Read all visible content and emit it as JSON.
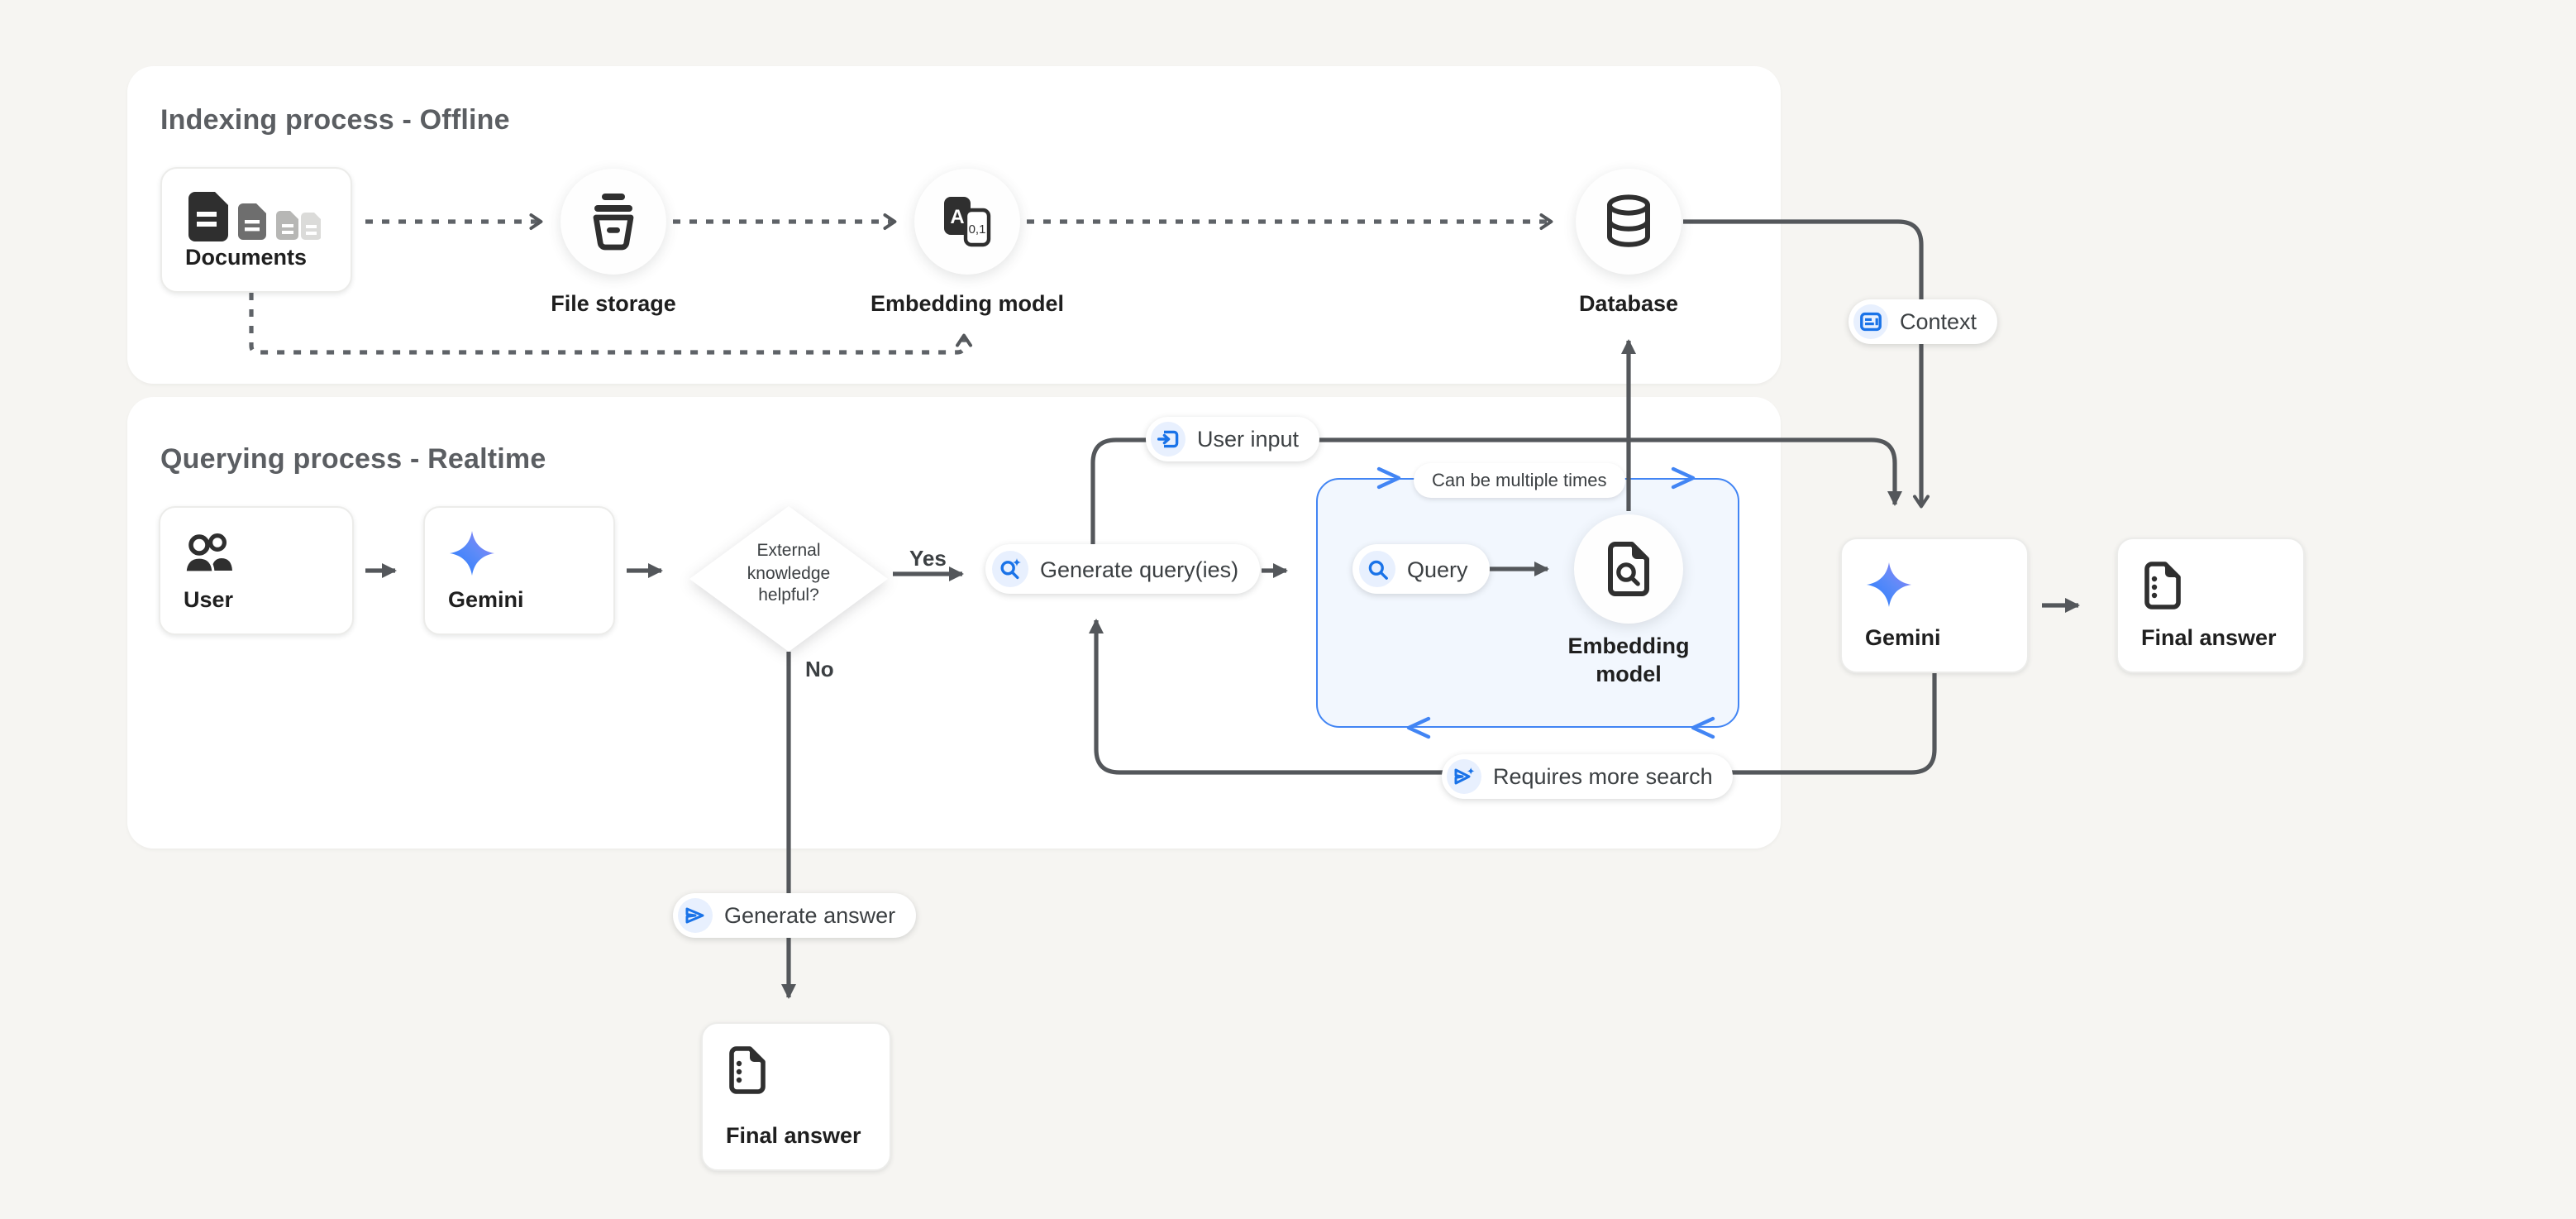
{
  "palette": {
    "background": "#f6f5f2",
    "accent_blue": "#4285f4",
    "icon_blue": "#1a73e8",
    "icon_blue_bg": "#e8f0fe",
    "line_gray": "#54575b"
  },
  "sections": {
    "indexing": {
      "title": "Indexing process - Offline"
    },
    "querying": {
      "title": "Querying process - Realtime"
    }
  },
  "nodes": {
    "documents": {
      "label": "Documents"
    },
    "file_storage": {
      "label": "File storage"
    },
    "embedding_model_offline": {
      "label": "Embedding model"
    },
    "database": {
      "label": "Database"
    },
    "user": {
      "label": "User"
    },
    "gemini_left": {
      "label": "Gemini"
    },
    "decision": {
      "line1": "External",
      "line2": "knowledge",
      "line3": "helpful?"
    },
    "generate_queries": {
      "label": "Generate query(ies)"
    },
    "query": {
      "label": "Query"
    },
    "embedding_model_realtime": {
      "line1": "Embedding",
      "line2": "model"
    },
    "gemini_right": {
      "label": "Gemini"
    },
    "final_answer_right": {
      "label": "Final answer"
    },
    "final_answer_bottom": {
      "label": "Final answer"
    }
  },
  "badges": {
    "context": {
      "label": "Context"
    },
    "user_input": {
      "label": "User input"
    },
    "can_be_multiple_times": {
      "label": "Can be multiple times"
    },
    "requires_more_search": {
      "label": "Requires more search"
    },
    "generate_answer": {
      "label": "Generate answer"
    }
  },
  "edge_labels": {
    "yes": "Yes",
    "no": "No"
  }
}
